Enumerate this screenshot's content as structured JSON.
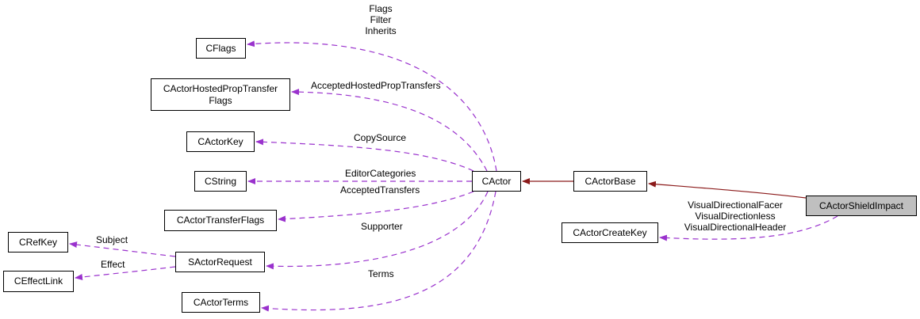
{
  "nodes": {
    "cflags": "CFlags",
    "hosted_line1": "CActorHostedPropTransfer",
    "hosted_line2": "Flags",
    "cactorkey": "CActorKey",
    "cstring": "CString",
    "transferflags": "CActorTransferFlags",
    "crefkey": "CRefKey",
    "sactorrequest": "SActorRequest",
    "ceffectlink": "CEffectLink",
    "cactorterms": "CActorTerms",
    "cactor": "CActor",
    "cactorbase": "CActorBase",
    "shieldimpact": "CActorShieldImpact",
    "createkey": "CActorCreateKey"
  },
  "edge_labels": {
    "flags1": "Flags",
    "flags2": "Filter",
    "flags3": "Inherits",
    "hosted": "AcceptedHostedPropTransfers",
    "copysource": "CopySource",
    "editorcategories": "EditorCategories",
    "acceptedtransfers": "AcceptedTransfers",
    "supporter": "Supporter",
    "subject": "Subject",
    "effect": "Effect",
    "terms": "Terms",
    "visual1": "VisualDirectionalFacer",
    "visual2": "VisualDirectionless",
    "visual3": "VisualDirectionalHeader"
  },
  "colors": {
    "usage": "#9a32cd",
    "inheritance": "#8b1a1a",
    "focus_fill": "#bfbfbf"
  }
}
